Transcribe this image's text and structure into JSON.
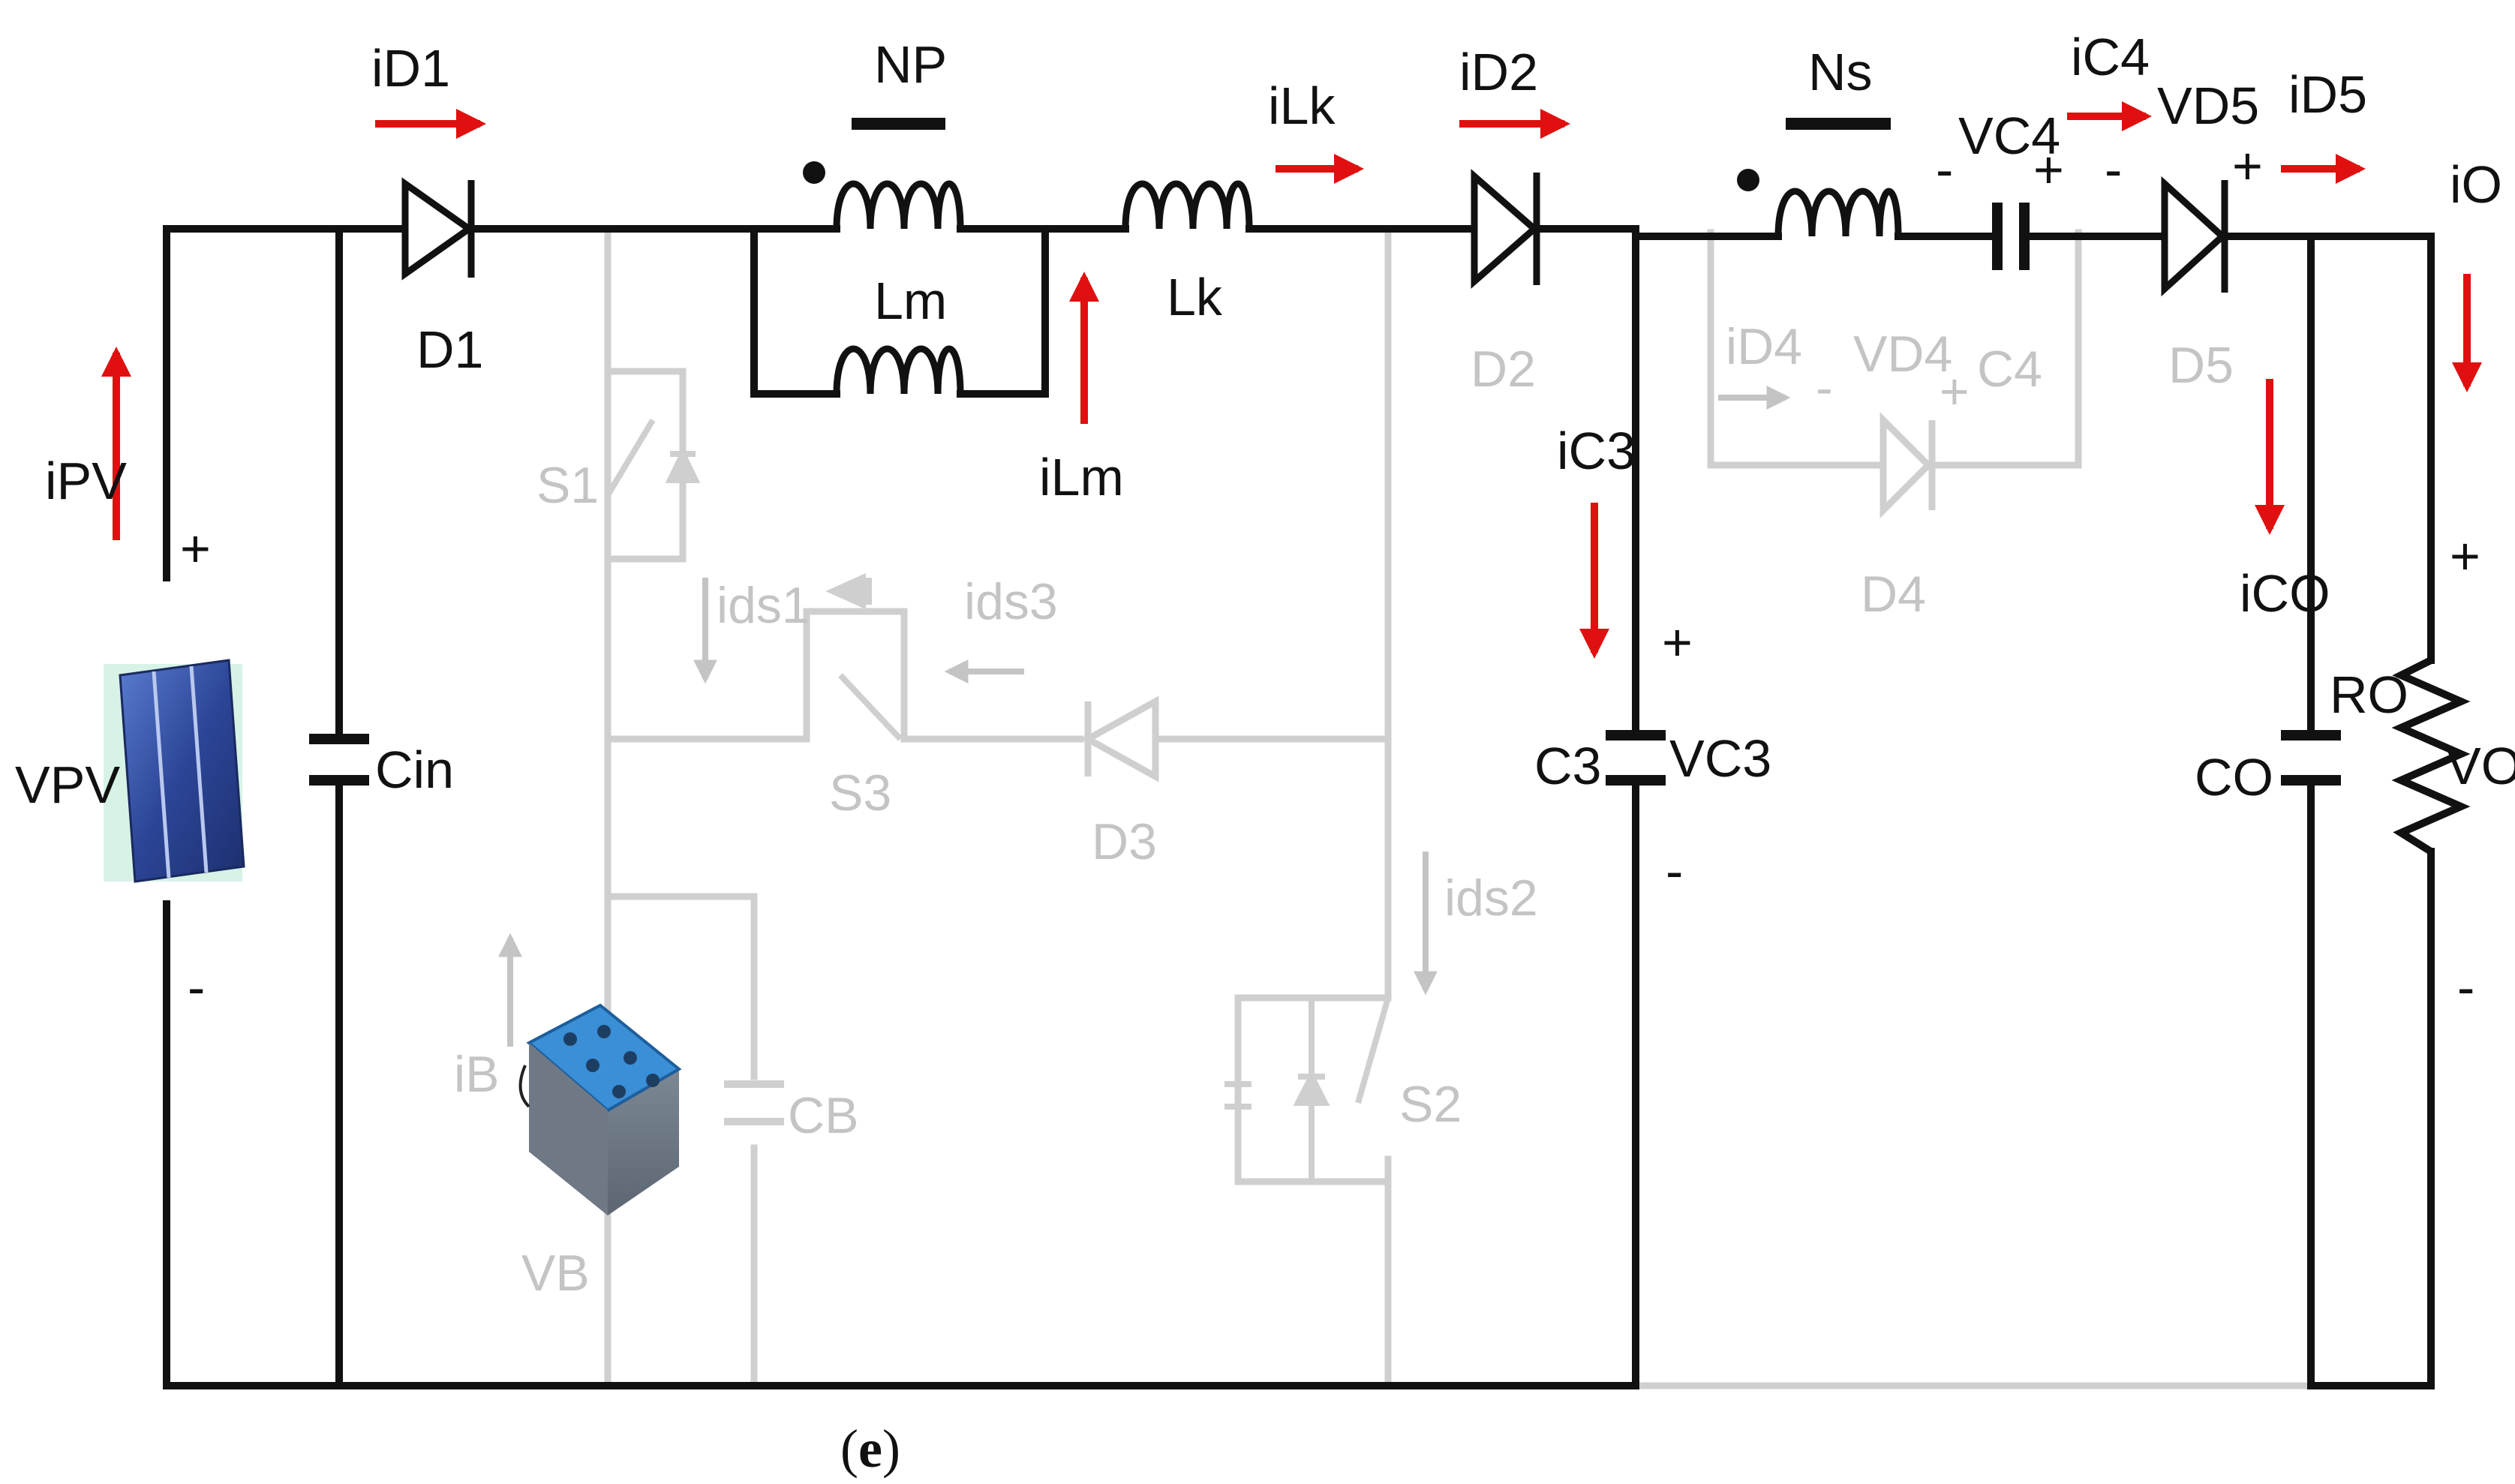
{
  "figure": {
    "caption_open": "(",
    "caption_letter": "e",
    "caption_close": ")"
  },
  "colors": {
    "active_wire": "#111111",
    "inactive_wire": "#cfcfcf",
    "inactive_text": "#c4c4c4",
    "arrow": "#e01010",
    "panel": "#2e4a9c",
    "battery": "#3a8fd6"
  },
  "labels": {
    "pv_current": "iPV",
    "pv_voltage": "VPV",
    "pv_plus": "+",
    "pv_minus": "-",
    "d1_current": "iD1",
    "d1": "D1",
    "cin": "Cin",
    "np": "NP",
    "lm": "Lm",
    "ilm": "iLm",
    "lk": "Lk",
    "ilk": "iLk",
    "id2": "iD2",
    "d2": "D2",
    "ns": "Ns",
    "ic3": "iC3",
    "c3": "C3",
    "vc3": "VC3",
    "c3_plus": "+",
    "c3_minus": "-",
    "vc4": "VC4",
    "c4_minus": "-",
    "c4_plus": "+",
    "ic4": "iC4",
    "vd5": "VD5",
    "d5_minus": "-",
    "d5_plus": "+",
    "id5": "iD5",
    "d5": "D5",
    "io": "iO",
    "ico": "iCO",
    "co": "CO",
    "ro": "RO",
    "vo": "VO",
    "vo_plus": "+",
    "vo_minus": "-",
    "id4": "iD4",
    "vd4_minus": "-",
    "vd4": "VD4",
    "vd4_plus": "+",
    "c4": "C4",
    "d4": "D4",
    "s1": "S1",
    "ids1": "ids1",
    "ids3": "ids3",
    "s3": "S3",
    "d3": "D3",
    "ids2": "ids2",
    "s2": "S2",
    "ib": "iB",
    "cb": "CB",
    "vb": "VB"
  }
}
